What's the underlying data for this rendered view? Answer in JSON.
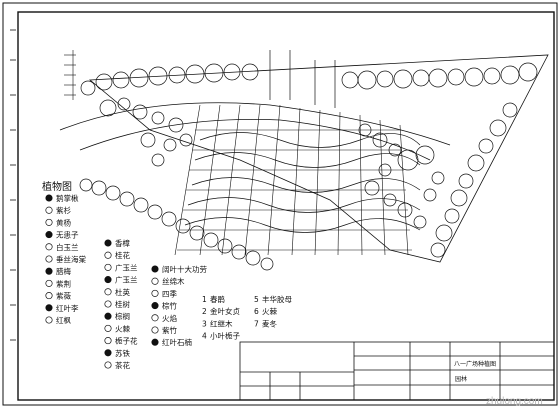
{
  "legend": {
    "title": "植物图",
    "col1": [
      "鹅掌楸",
      "紫杉",
      "黄杨",
      "无患子",
      "白玉兰",
      "垂丝海棠",
      "腊梅",
      "紫荆",
      "紫薇",
      "红叶李",
      "红枫"
    ],
    "col2": [
      "香樟",
      "桂花",
      "广玉兰",
      "广玉兰",
      "杜英",
      "桂树",
      "棕榈",
      "火棘",
      "栀子花",
      "苏铁",
      "茶花"
    ],
    "col3": [
      "阔叶十大功劳",
      "丝绵木",
      "四季",
      "棕竹",
      "火焰",
      "紫竹",
      "红叶石楠"
    ],
    "numbered": [
      {
        "num": "1",
        "name": "春鹃"
      },
      {
        "num": "2",
        "name": "金叶女贞"
      },
      {
        "num": "3",
        "name": "红继木"
      },
      {
        "num": "4",
        "name": "小叶栀子"
      },
      {
        "num": "5",
        "name": "丰华胶母"
      },
      {
        "num": "6",
        "name": "火棘"
      },
      {
        "num": "7",
        "name": "麦冬"
      }
    ]
  },
  "title_block": {
    "project": "八一广场种植图",
    "drawing_no": "园林"
  },
  "watermark": "zhulong.com"
}
